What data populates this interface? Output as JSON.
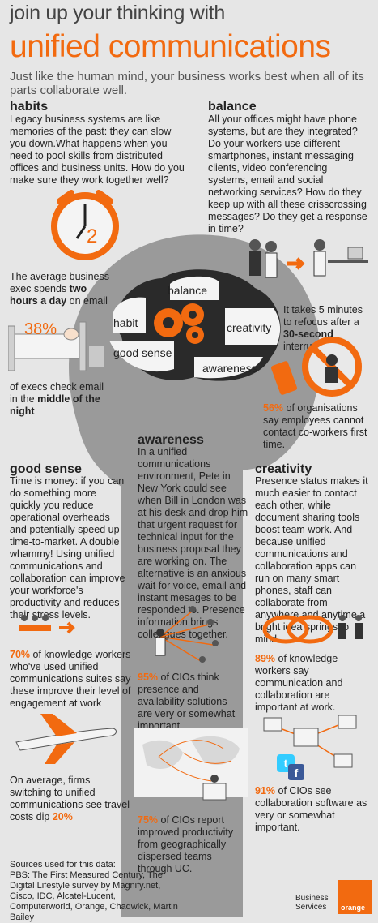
{
  "title": {
    "line1": "join up your thinking with",
    "line2": "unified communications",
    "subtitle": "Just like the human mind, your business works best when all of its parts collaborate well."
  },
  "habits": {
    "heading": "habits",
    "body": "Legacy business systems are like memories of the past: they can slow you down.What happens when you need to pool skills from distributed offices and business units. How do you make sure they work together well?",
    "clock_number": "2",
    "stat1_pre": "The average business exec spends ",
    "stat1_bold": "two hours a day",
    "stat1_post": " on email",
    "bed_percent": "38%",
    "stat2_pre": "of execs check email in the ",
    "stat2_bold": "middle of the night"
  },
  "balance": {
    "heading": "balance",
    "body": "All your offices might have phone systems, but are they integrated? Do your workers use different smartphones, instant messaging clients, video conferencing systems, email and social networking services? How do they keep up with all these crisscrossing messages? Do they get a response in time?",
    "stat1_pre": "It takes 5 minutes to refocus after a ",
    "stat1_bold": "30-second",
    "stat1_post": " interruption",
    "stat2_pct": "56%",
    "stat2_text": " of organisations say employees cannot contact co-workers first time."
  },
  "brain": {
    "words": [
      "balance",
      "habit",
      "creativity",
      "good sense",
      "awareness"
    ]
  },
  "awareness": {
    "heading": "awareness",
    "body": "In a unified communications environment, Pete in New York could see when Bill in London was at his desk and drop him that urgent request for technical input for the business proposal they are working on. The alternative is an anxious wait for voice, email and instant mesages to be responded to. Presence information brings colleagues together.",
    "stat1_pct": "95%",
    "stat1_text": " of CIOs think presence and availability solutions are very or somewhat important",
    "stat2_pct": "75%",
    "stat2_text": " of CIOs report improved productivity from geographically dispersed teams through UC."
  },
  "good_sense": {
    "heading": "good sense",
    "body": "Time is money: if you can do something more quickly you reduce operational overheads and potentially speed up time-to-market. A double whammy! Using unified communications and collaboration can improve your workforce's productivity and reduces their stress levels.",
    "stat1_pct": "70%",
    "stat1_text": " of knowledge workers who've used unified communications suites say these improve their level of engagement at work",
    "stat2_pre": "On average, firms switching to unified communications see travel costs dip ",
    "stat2_pct": "20%"
  },
  "creativity": {
    "heading": "creativity",
    "body": "Presence status makes it much easier to contact each other, while document sharing tools boost team work. And because unified communications and collaboration apps can run on many smart phones, staff can collaborate from anywhere and anytime a bright idea springs to mind.",
    "stat1_pct": "89%",
    "stat1_text": " of knowledge workers say communication and collaboration are important at work.",
    "stat2_pct": "91%",
    "stat2_text": " of CIOs see collaboration software as very or somewhat important."
  },
  "sources": {
    "heading": "Sources used for this data:",
    "text": "PBS: The First Measured Century, The Digital Lifestyle survey by Magnify.net, Cisco, IDC, Alcatel-Lucent, Computerworld, Orange, Chadwick, Martin Bailey"
  },
  "brand": {
    "tagline_line1": "Business",
    "tagline_line2": "Services",
    "logo": "orange",
    "accent": "#f26a10",
    "head_gray": "#8e8e8e"
  },
  "icons": [
    "clock-icon",
    "bed-icon",
    "office-workers-icon",
    "no-phone-icon",
    "brain-icon",
    "gears-icon",
    "network-people-icon",
    "overlapping-circles-icon",
    "meeting-icon",
    "airplane-icon",
    "world-map-icon",
    "computer-network-icon",
    "twitter-icon",
    "facebook-icon"
  ]
}
